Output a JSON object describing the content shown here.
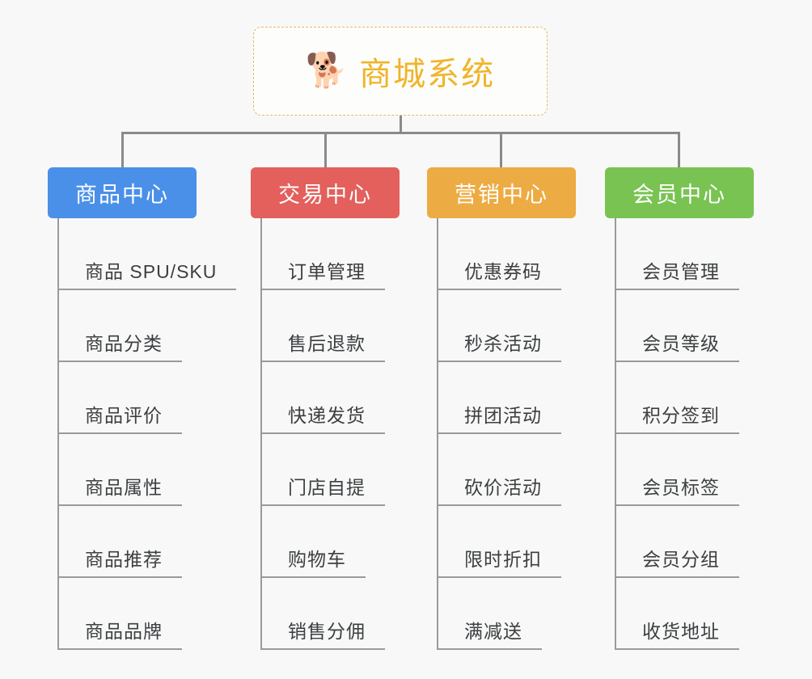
{
  "background_color": "#f8f8f8",
  "root": {
    "icon": "shiba-dog-emoji",
    "icon_glyph": "🐕",
    "title": "商城系统",
    "title_color": "#f0b429",
    "border_color": "#e8b962"
  },
  "connector_color": "#8a8a8a",
  "categories": [
    {
      "label": "商品中心",
      "color": "#4a90e8",
      "items": [
        "商品 SPU/SKU",
        "商品分类",
        "商品评价",
        "商品属性",
        "商品推荐",
        "商品品牌"
      ]
    },
    {
      "label": "交易中心",
      "color": "#e3605c",
      "items": [
        "订单管理",
        "售后退款",
        "快递发货",
        "门店自提",
        "购物车",
        "销售分佣"
      ]
    },
    {
      "label": "营销中心",
      "color": "#edab43",
      "items": [
        "优惠券码",
        "秒杀活动",
        "拼团活动",
        "砍价活动",
        "限时折扣",
        "满减送"
      ]
    },
    {
      "label": "会员中心",
      "color": "#79c353",
      "items": [
        "会员管理",
        "会员等级",
        "积分签到",
        "会员标签",
        "会员分组",
        "收货地址"
      ]
    }
  ]
}
